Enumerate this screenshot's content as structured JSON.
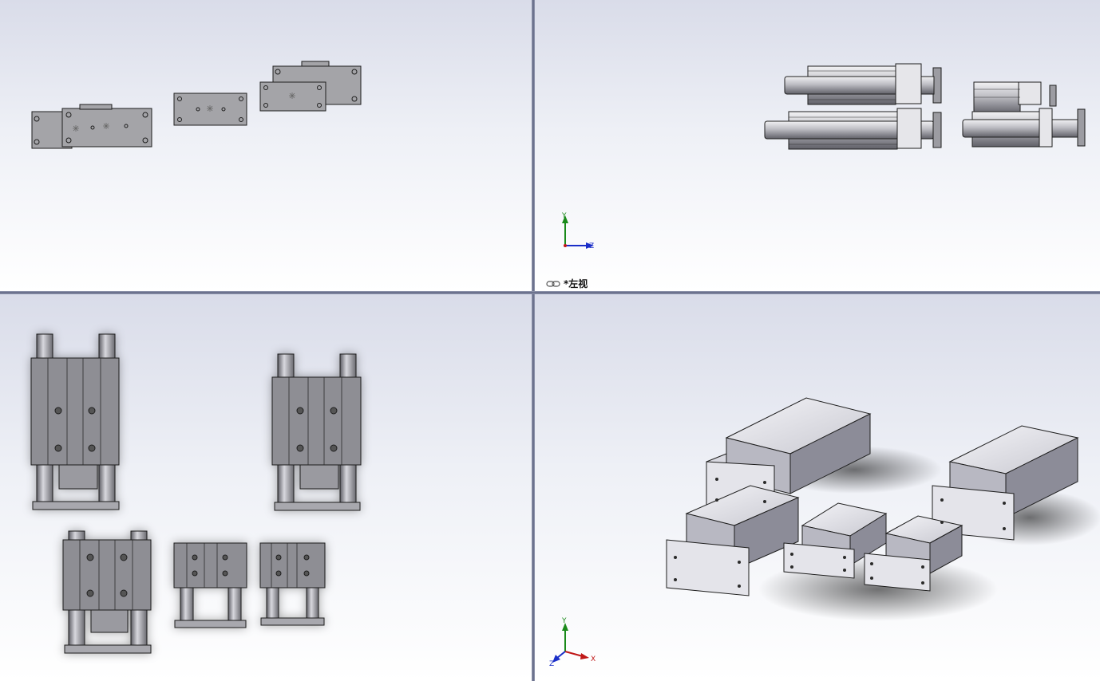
{
  "viewports": {
    "top": {
      "name": "top-view"
    },
    "left": {
      "name": "left-view",
      "label": "*左视"
    },
    "front": {
      "name": "front-view"
    },
    "iso": {
      "name": "isometric-view"
    }
  },
  "triad": {
    "axis_y": "Y",
    "axis_z": "Z",
    "axis_x": "X"
  },
  "colors": {
    "part_fill": "#a4a4a8",
    "part_light": "#e4e4ea",
    "edge": "#1e1e1e",
    "axis_x": "#c01818",
    "axis_y": "#1a8a1a",
    "axis_z": "#1a2ec8"
  },
  "icons": {
    "view_link": "link-icon"
  }
}
